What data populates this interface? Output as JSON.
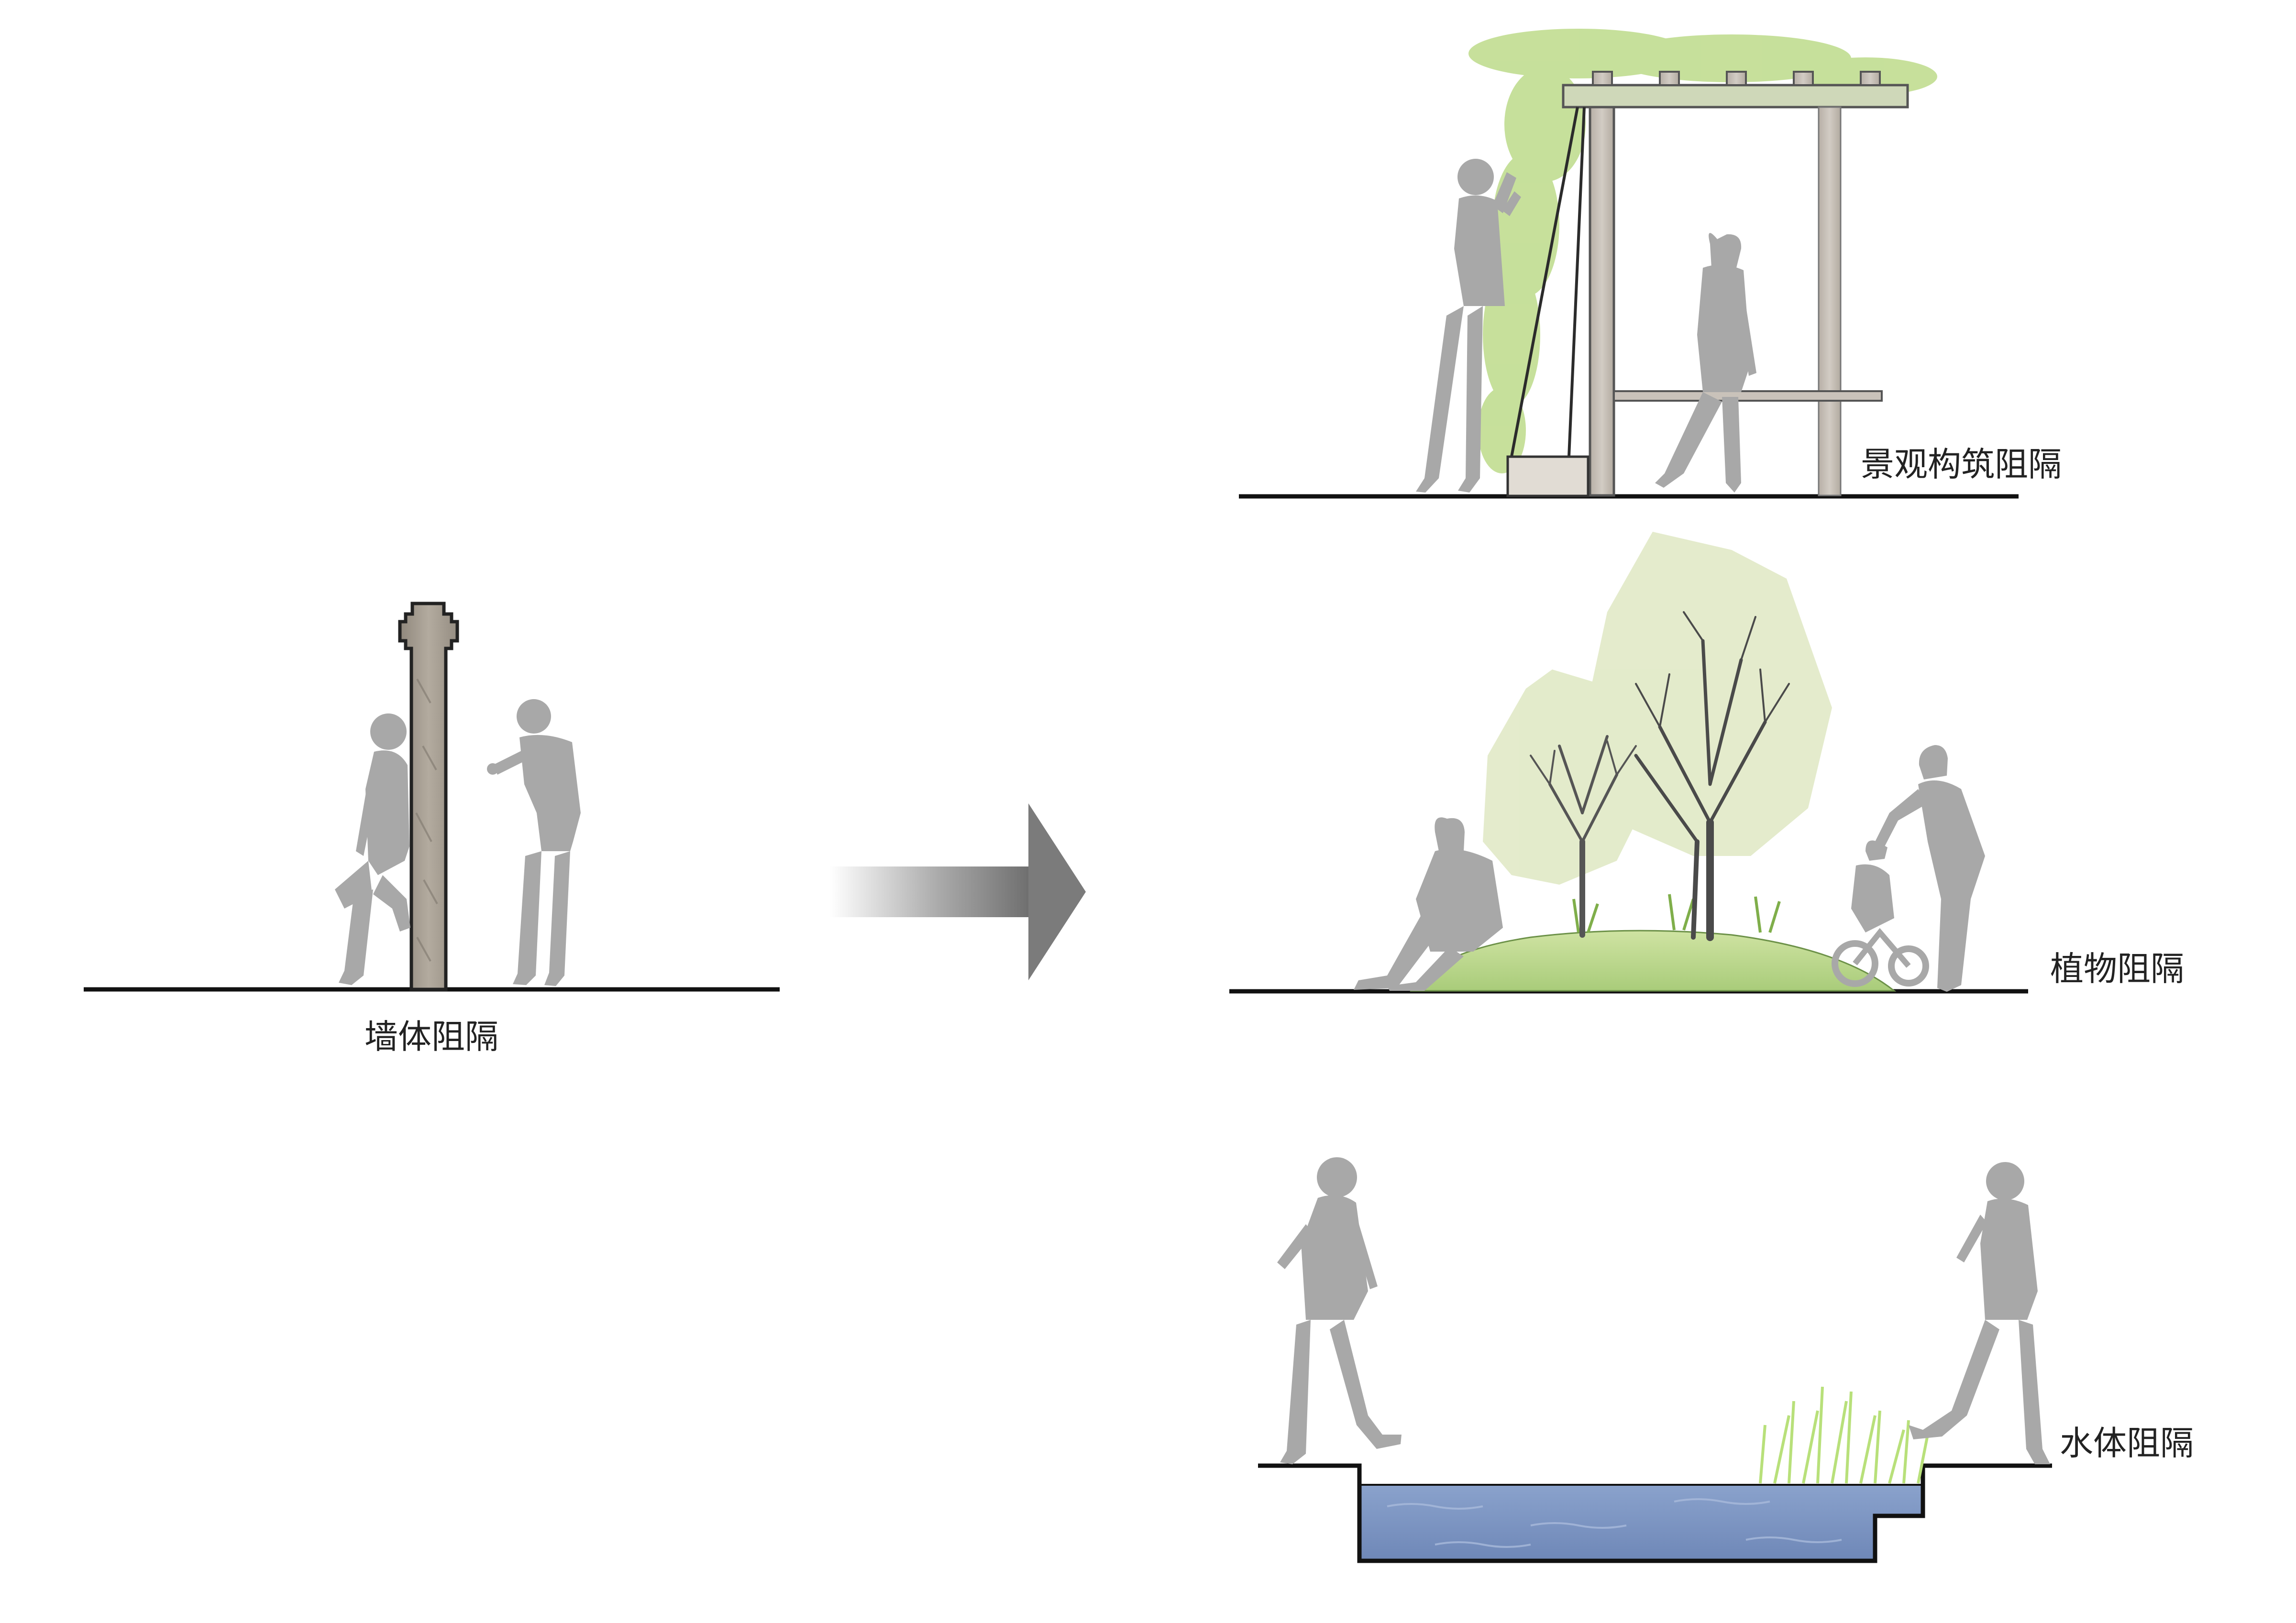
{
  "captions": {
    "wall": "墙体阻隔",
    "structure": "景观构筑阻隔",
    "plants": "植物阻隔",
    "water": "水体阻隔"
  },
  "colors": {
    "silhouette": "#a8a8a8",
    "ground_line": "#111111",
    "stone": "#a59d91",
    "timber": "#c9c2ba",
    "foliage": "#b4d67a",
    "canopy": "#d8e3b6",
    "mound": "#b9d88a",
    "water": "#7d96c4",
    "arrow": "#7d7d7d"
  }
}
